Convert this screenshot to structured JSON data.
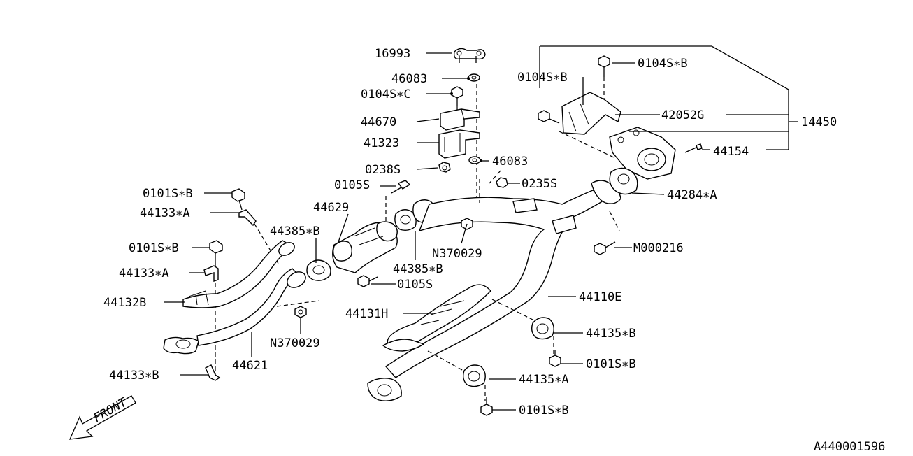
{
  "diagram": {
    "catalog_code": "A440001596",
    "direction_label": "FRONT",
    "parts": {
      "p16993": "16993",
      "p46083_top": "46083",
      "p0104S_C": "0104S∗C",
      "p44670": "44670",
      "p41323": "41323",
      "p0238S": "0238S",
      "p46083_mid": "46083",
      "p0105S_top": "0105S",
      "p0235S": "0235S",
      "p0101S_B_1": "0101S∗B",
      "p44133_A_1": "44133∗A",
      "p44629": "44629",
      "p44385_B_1": "44385∗B",
      "p0101S_B_2": "0101S∗B",
      "p44133_A_2": "44133∗A",
      "p44132B": "44132B",
      "pN370029_1": "N370029",
      "p44385_B_2": "44385∗B",
      "p0105S_bot": "0105S",
      "pN370029_2": "N370029",
      "p44621": "44621",
      "p44133_B": "44133∗B",
      "p0104S_B_left": "0104S∗B",
      "p0104S_B_right": "0104S∗B",
      "p42052G": "42052G",
      "p14450": "14450",
      "p44154": "44154",
      "p44284_A": "44284∗A",
      "pM000216": "M000216",
      "p44110E": "44110E",
      "p44131H": "44131H",
      "p44135_B": "44135∗B",
      "p0101S_B_3": "0101S∗B",
      "p44135_A": "44135∗A",
      "p0101S_B_4": "0101S∗B"
    }
  }
}
